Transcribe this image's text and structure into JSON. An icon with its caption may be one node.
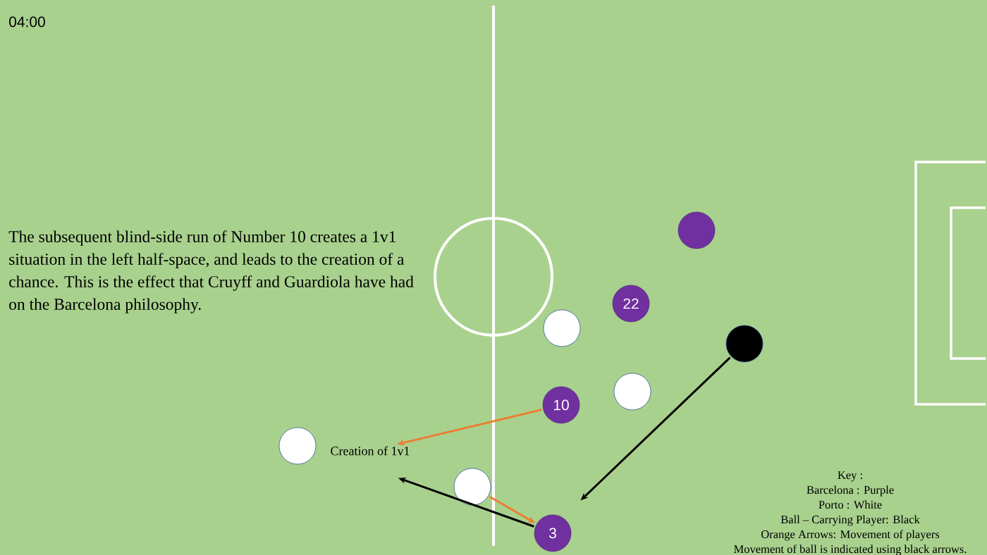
{
  "diagram": {
    "nodes": [
      {
        "text": [],
        "shape": "circle"
      },
      {
        "text": [
          "22"
        ]
      },
      {
        "text": [],
        "shape": "circle"
      },
      {
        "text": [],
        "shape": "circle"
      },
      {
        "text": [],
        "shape": "circle"
      },
      {
        "text": [
          "10"
        ]
      },
      {
        "text": [],
        "shape": "circle"
      },
      {
        "text": [
          "Creation of 1v1"
        ]
      },
      {
        "text": [],
        "shape": "circle"
      },
      {
        "text": [
          "3"
        ]
      }
    ],
    "edges": [
      {
        "from": 5,
        "to": 7,
        "arrow": "to",
        "color": "#ed7d31"
      },
      {
        "from": 8,
        "to": 9,
        "arrow": "to",
        "color": "#ed7d31"
      },
      {
        "from": 9,
        "to": null,
        "arrow": "to",
        "color": "#000000"
      },
      {
        "from": 3,
        "to": null,
        "arrow": "to",
        "color": "#000000"
      }
    ],
    "labels": [
      "04:00",
      "The subsequent blind-side run of Number 10 creates a 1v1 situation in the left half-space, and leads to the creation of a chance. This is the effect that Cruyff and Guardiola have had on the Barcelona philosophy.",
      "Key :",
      "Barcelona : Purple",
      "Porto : White",
      "Ball – Carrying Player: Black",
      "Orange Arrows: Movement of players",
      "Movement of ball is indicated using black arrows."
    ]
  }
}
